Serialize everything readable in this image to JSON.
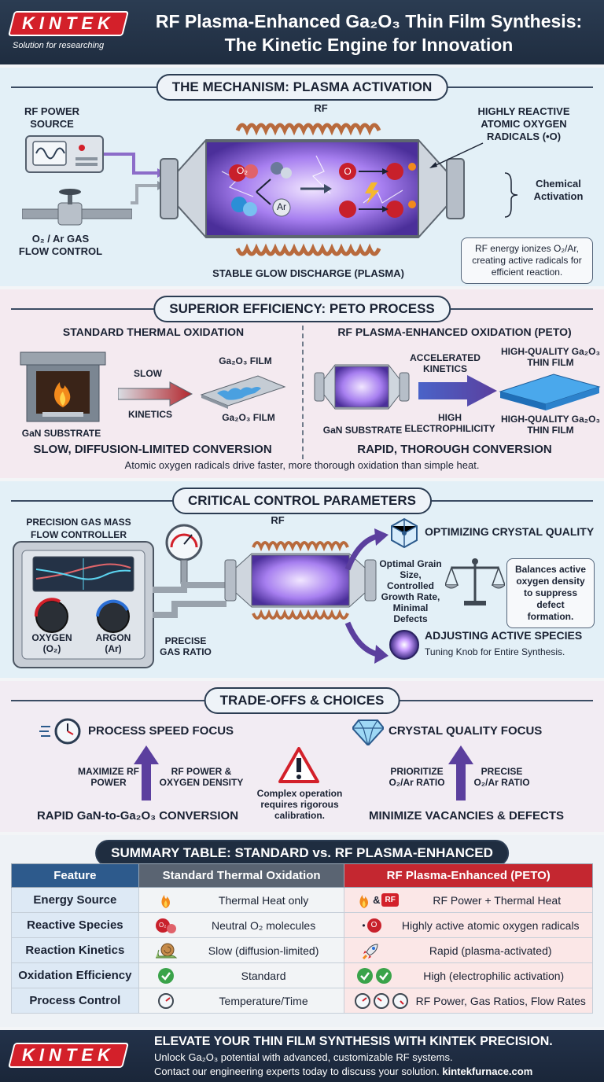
{
  "brand": {
    "logo": "KINTEK",
    "tagline": "Solution for researching"
  },
  "header": {
    "title_line1": "RF Plasma-Enhanced Ga₂O₃ Thin Film Synthesis:",
    "title_line2": "The Kinetic Engine for Innovation"
  },
  "mechanism": {
    "heading": "THE MECHANISM: PLASMA ACTIVATION",
    "rf_power_source": "RF POWER SOURCE",
    "gas_control": "O₂ / Ar GAS FLOW CONTROL",
    "rf_label": "RF",
    "radicals_label": "HIGHLY REACTIVE ATOMIC OXYGEN RADICALS (•O)",
    "chemical_activation": "Chemical Activation",
    "glow_discharge": "STABLE GLOW DISCHARGE (PLASMA)",
    "note": "RF energy ionizes O₂/Ar, creating active radicals for efficient reaction.",
    "molecule_o2": "O₂",
    "molecule_ar": "Ar",
    "radical_o": "O"
  },
  "efficiency": {
    "heading": "SUPERIOR EFFICIENCY: PETO PROCESS",
    "left_title": "STANDARD THERMAL OXIDATION",
    "slow": "SLOW",
    "kinetics": "KINETICS",
    "film_top": "Ga₂O₃ FILM",
    "film_bottom": "Ga₂O₃ FILM",
    "left_substrate": "GaN SUBSTRATE",
    "left_result": "SLOW, DIFFUSION-LIMITED CONVERSION",
    "right_title": "RF PLASMA-ENHANCED OXIDATION (PETO)",
    "accelerated": "ACCELERATED KINETICS",
    "high_elec": "HIGH ELECTROPHILICITY",
    "hq_top": "HIGH-QUALITY Ga₂O₃ THIN FILM",
    "hq_bottom": "HIGH-QUALITY Ga₂O₃ THIN FILM",
    "right_substrate": "GaN SUBSTRATE",
    "right_result": "RAPID, THOROUGH CONVERSION",
    "caption": "Atomic oxygen radicals drive faster, more thorough oxidation than simple heat."
  },
  "control": {
    "heading": "CRITICAL CONTROL PARAMETERS",
    "mfc_label": "PRECISION GAS MASS FLOW CONTROLLER",
    "oxygen_knob": "OXYGEN (O₂)",
    "argon_knob": "ARGON (Ar)",
    "gas_ratio": "PRECISE GAS RATIO",
    "rf_label": "RF",
    "crystal_title": "OPTIMIZING CRYSTAL QUALITY",
    "crystal_desc": "Optimal Grain Size, Controlled Growth Rate, Minimal Defects",
    "balance_note": "Balances active oxygen density to suppress defect formation.",
    "species_title": "ADJUSTING ACTIVE SPECIES",
    "species_desc": "Tuning Knob for Entire Synthesis."
  },
  "tradeoffs": {
    "heading": "TRADE-OFFS & CHOICES",
    "speed_title": "PROCESS SPEED FOCUS",
    "maximize": "MAXIMIZE RF POWER",
    "rf_density": "RF POWER & OXYGEN DENSITY",
    "speed_result": "RAPID GaN-to-Ga₂O₃ CONVERSION",
    "warning": "Complex operation requires rigorous calibration.",
    "quality_title": "CRYSTAL QUALITY FOCUS",
    "prioritize": "PRIORITIZE O₂/Ar RATIO",
    "precise": "PRECISE O₂/Ar RATIO",
    "quality_result": "MINIMIZE VACANCIES & DEFECTS"
  },
  "summary": {
    "heading": "SUMMARY TABLE: STANDARD vs. RF PLASMA-ENHANCED",
    "col_feature": "Feature",
    "col_standard": "Standard Thermal Oxidation",
    "col_peto": "RF Plasma-Enhanced (PETO)",
    "rows": [
      {
        "feature": "Energy Source",
        "standard": "Thermal Heat only",
        "peto": "RF Power + Thermal Heat"
      },
      {
        "feature": "Reactive Species",
        "standard": "Neutral O₂ molecules",
        "peto": "Highly active atomic oxygen radicals"
      },
      {
        "feature": "Reaction Kinetics",
        "standard": "Slow (diffusion-limited)",
        "peto": "Rapid (plasma-activated)"
      },
      {
        "feature": "Oxidation Efficiency",
        "standard": "Standard",
        "peto": "High (electrophilic activation)"
      },
      {
        "feature": "Process Control",
        "standard": "Temperature/Time",
        "peto": "RF Power, Gas Ratios, Flow Rates"
      }
    ],
    "rf_badge": "RF",
    "amp": "&",
    "o2_icon": "O₂",
    "o_icon": "O"
  },
  "footer": {
    "headline": "ELEVATE YOUR THIN FILM SYNTHESIS WITH KINTEK PRECISION.",
    "line1": "Unlock Ga₂O₃ potential with advanced, customizable RF systems.",
    "line2": "Contact our engineering experts today to discuss your solution.",
    "url": "kintekfurnace.com"
  },
  "colors": {
    "navy": "#1f2d40",
    "red": "#d3202a",
    "plasma": "#9b6cf0",
    "arrow_purple": "#5b3f9e",
    "copper": "#b86a3d"
  }
}
